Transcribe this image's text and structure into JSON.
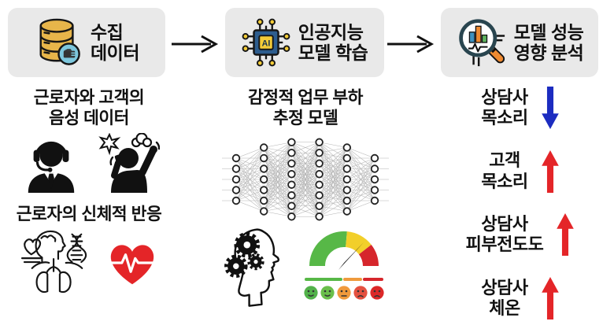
{
  "pipeline": {
    "steps": [
      {
        "icon": "database-icon",
        "lines": [
          "수집",
          "데이터"
        ]
      },
      {
        "icon": "ai-chip-icon",
        "lines": [
          "인공지능",
          "모델 학습"
        ]
      },
      {
        "icon": "magnifier-chart-icon",
        "lines": [
          "모델 성능",
          "영향 분석"
        ]
      }
    ],
    "ai_chip_label": "AI"
  },
  "data_column": {
    "voice_heading_lines": [
      "근로자와 고객의",
      "음성 데이터"
    ],
    "physio_heading": "근로자의 신체적 반응",
    "icons": [
      "call-agent-icon",
      "angry-customer-icon",
      "body-anatomy-icon",
      "heart-ecg-icon"
    ]
  },
  "model_column": {
    "heading_lines": [
      "감정적 업무 부하",
      "추정 모델"
    ],
    "neural_network_layers": [
      5,
      7,
      8,
      8,
      7,
      5
    ],
    "icons": [
      "head-gears-icon",
      "emotion-gauge-icon"
    ]
  },
  "analysis_column": {
    "items": [
      {
        "lines": [
          "상담사",
          "목소리"
        ],
        "direction": "down",
        "color": "#1c2cc0"
      },
      {
        "lines": [
          "고객",
          "목소리"
        ],
        "direction": "up",
        "color": "#e42528"
      },
      {
        "lines": [
          "상담사",
          "피부전도도"
        ],
        "direction": "up",
        "color": "#e42528"
      },
      {
        "lines": [
          "상담사",
          "체온"
        ],
        "direction": "up",
        "color": "#e42528"
      }
    ]
  },
  "colors": {
    "step_box_bg": "#e9e9e9",
    "flow_arrow": "#111111",
    "up_arrow_red": "#e42528",
    "down_arrow_blue": "#1c2cc0",
    "gauge_green": "#57b847",
    "gauge_yellow": "#f2cf2a",
    "gauge_red": "#d6262c"
  }
}
